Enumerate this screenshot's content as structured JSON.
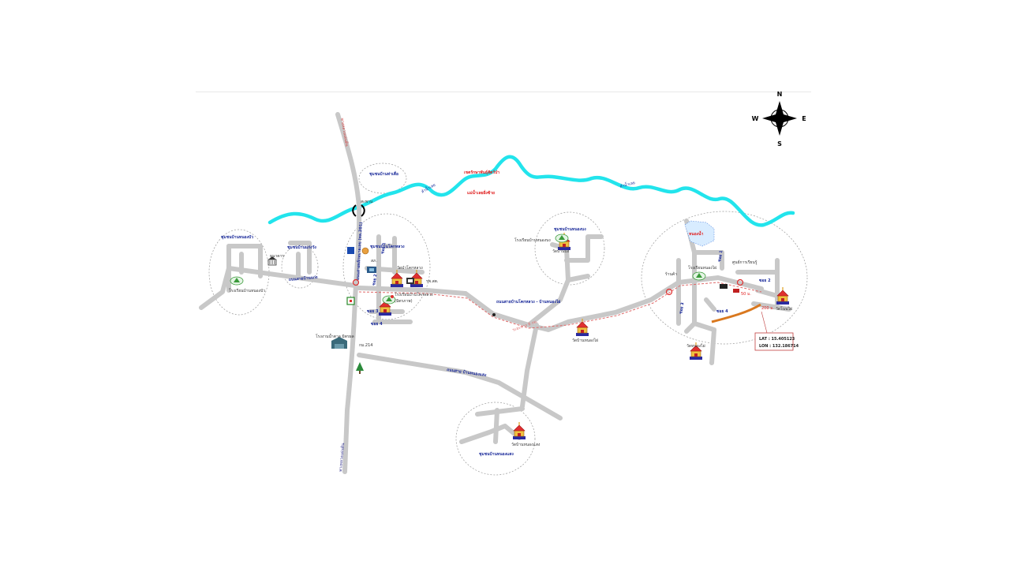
{
  "compass": {
    "n": "N",
    "s": "S",
    "e": "E",
    "w": "W"
  },
  "coordinates": {
    "lat": "LAT : 15.405123",
    "lon": "LON : 132.186714"
  },
  "colors": {
    "river": "#22e4ec",
    "road": "#c8c8c8",
    "route": "#e06a6a",
    "highlight": "#d9781f",
    "text_blue": "#1a2a9a",
    "text_red": "#e02020",
    "circle": "#999999"
  },
  "labels": {
    "hwy_top": "ทางหลวงแผ่นดิน",
    "hwy_bottom": "ทางหลวงแผ่นดิน",
    "hwy_mid": "ถนนสายหลักหมายเลข (ทล.201)",
    "comm_north": "ชุมชนบ้านท่าเตื่อ",
    "bridge": "สะพาน",
    "river_top1": "เขตรักษาพันธุ์สัตว์ป่า",
    "river_top2": "แม่น้ำเลยฝั่งซ้าย",
    "river_name_w": "ลำน้ำเลย",
    "river_name_e": "ลำน้ำเลย",
    "comm_far_west": "ชุมชนบ้านหนองบัว",
    "comm_west2": "ชุมชนบ้านแก่งวัง",
    "comm_center": "ชุมชนบ้านโคกหลวง",
    "school_w": "โรงเรียนบ้านหนองบัว",
    "bank": "ธนาคาร",
    "road_w": "ถนนสายบ้านแก่ง",
    "police": "สภ.",
    "temple_c": "วัดป่าโคกหลวง",
    "market": "ตลาด",
    "school_c1": "โรงเรียนบ้านโคกหลวง",
    "school_c2": "(มิตรภาพ)",
    "hospital": "รพ.สต.",
    "soi1": "ซอย 1",
    "soi2": "ซอย 2",
    "soi3": "ซอย 3",
    "soi4": "ซอย 4",
    "factory": "โรงงานน้ำตาล มิตรผล",
    "km": "กม.214",
    "route_label": "ถนนสายบ้านโคกหลวง - บ้านหนองไผ่",
    "route_dist": "ระยะทาง 8 กม.",
    "comm_ne": "ชุมชนบ้านหนองบง",
    "school_ne": "โรงเรียนบ้านหนองบง",
    "temple_ne": "วัดบ้านบง",
    "temple_mid": "วัดบ้านหนองไผ่",
    "road_s": "ถนนสาย บ้านหนองแสง",
    "comm_s": "ชุมชนบ้านหนองแสง",
    "temple_s": "วัดบ้านหนองแสง",
    "pond": "หนองน้ำ",
    "school_e": "โรงเรียนหนองไผ่",
    "office_e": "ศูนย์การเรียนรู้",
    "soi_e1": "ซอย 1",
    "soi_e2": "ซอย 2",
    "soi_e3": "ซอย 3",
    "soi_e4": "ซอย 4",
    "dist1": "50 ม.",
    "dist2": "200 ม.",
    "temple_e1": "วัดหนองไผ่",
    "temple_e2": "วัดโนนไผ่",
    "shop": "ร้านค้า"
  }
}
